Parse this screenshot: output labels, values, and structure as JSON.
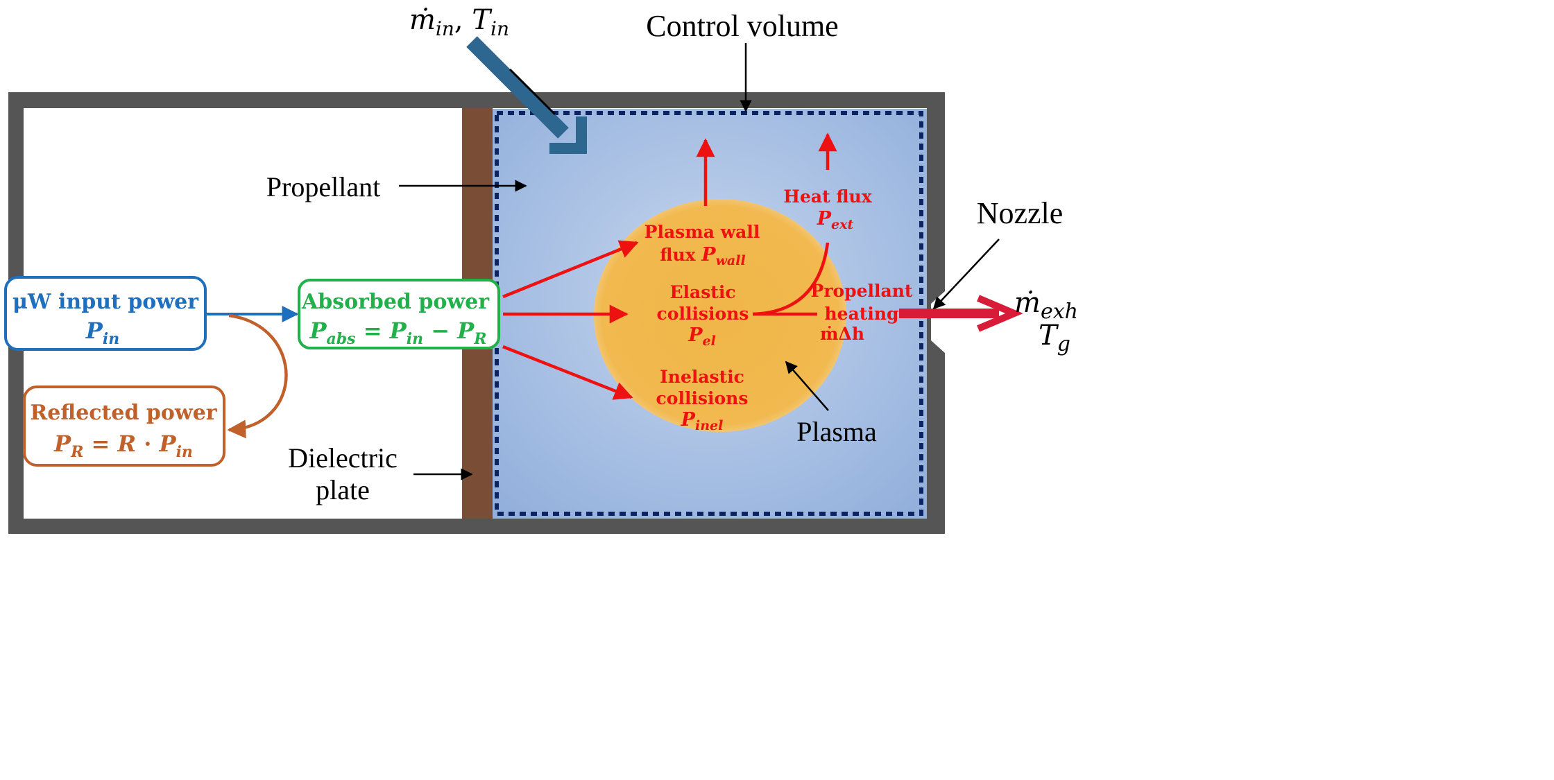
{
  "labels": {
    "inflow_mdot": "ṁ",
    "inflow_mdot_sub": "in",
    "inflow_T": "T",
    "inflow_T_sub": "in",
    "control_volume": "Control volume",
    "propellant": "Propellant",
    "nozzle": "Nozzle",
    "plasma": "Plasma",
    "dielectric_line1": "Dielectric",
    "dielectric_line2": "plate",
    "exhaust_mdot": "ṁ",
    "exhaust_mdot_sub": "exh",
    "exhaust_T": "T",
    "exhaust_T_sub": "g"
  },
  "boxes": {
    "input_power": {
      "title": "μW input power",
      "sym": "P",
      "sym_sub": "in",
      "color": "#1f6fbf"
    },
    "absorbed_power": {
      "title": "Absorbed power",
      "formula_P": "P",
      "formula_sub1": "abs",
      "formula_eq": " = ",
      "formula_P2": "P",
      "formula_sub2": "in",
      "formula_minus": " − ",
      "formula_P3": "P",
      "formula_sub3": "R",
      "color": "#22b04b"
    },
    "reflected_power": {
      "title": "Reflected power",
      "formula_P": "P",
      "formula_sub1": "R",
      "formula_eq": " = ",
      "formula_R": "R",
      "formula_dot": " · ",
      "formula_P2": "P",
      "formula_sub2": "in",
      "color": "#c0612b"
    }
  },
  "processes": {
    "wall_flux_line1": "Plasma wall",
    "wall_flux_line2": "flux ",
    "wall_flux_sym": "P",
    "wall_flux_sub": "wall",
    "heat_flux_line1": "Heat flux",
    "heat_flux_sym": "P",
    "heat_flux_sub": "ext",
    "elastic_line1": "Elastic",
    "elastic_line2": "collisions",
    "elastic_sym": "P",
    "elastic_sub": "el",
    "inelastic_line1": "Inelastic",
    "inelastic_line2": "collisions",
    "inelastic_sym": "P",
    "inelastic_sub": "inel",
    "prop_heat_line1": "Propellant",
    "prop_heat_line2": "heating",
    "prop_heat_sym": "ṁΔh",
    "color": "#ee1111"
  },
  "colors": {
    "wall": "#555555",
    "dielectric": "#7a4e36",
    "gas": "#a9c0e2",
    "plasma": "#f0b44a",
    "inflow_arrow": "#2d6790",
    "exhaust_arrow": "#d81b36"
  }
}
